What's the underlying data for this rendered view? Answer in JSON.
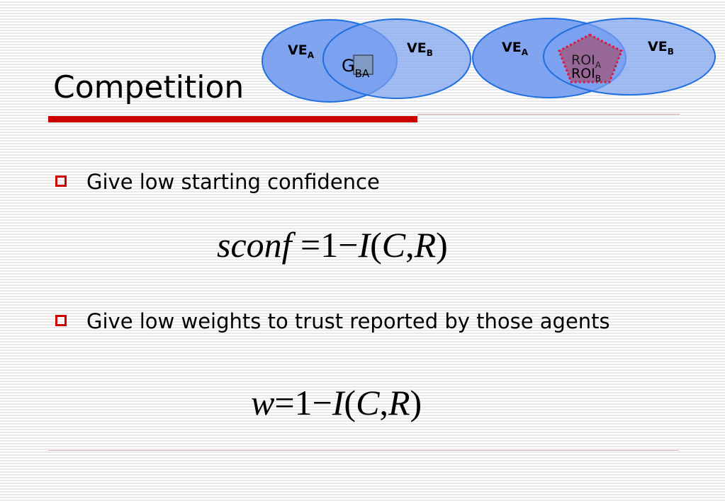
{
  "slide": {
    "title": "Competition"
  },
  "diagram_left": {
    "ve_a": {
      "main": "VE",
      "sub": "A"
    },
    "ve_b": {
      "main": "VE",
      "sub": "B"
    },
    "overlap": {
      "main": "G",
      "sub": "BA"
    }
  },
  "diagram_right": {
    "ve_a": {
      "main": "VE",
      "sub": "A"
    },
    "ve_b": {
      "main": "VE",
      "sub": "B"
    },
    "roi_a": {
      "main": "ROI",
      "sub": "A"
    },
    "roi_b": {
      "main": "ROI",
      "sub": "B"
    }
  },
  "bullets": [
    {
      "text": "Give low starting confidence"
    },
    {
      "text": "Give low weights to trust reported by those agents"
    }
  ],
  "formulas": {
    "sconf": {
      "lhs": "sconf",
      "eq": "=",
      "one": "1",
      "minus": "−",
      "fn": "I",
      "open": "(",
      "arg1": "C",
      "comma": ",",
      "arg2": "R",
      "close": ")"
    },
    "w": {
      "lhs": "w",
      "eq": "=",
      "one": "1",
      "minus": "−",
      "fn": "I",
      "open": "(",
      "arg1": "C",
      "comma": ",",
      "arg2": "R",
      "close": ")"
    }
  },
  "colors": {
    "accent_red": "#cc0000",
    "ellipse_fill": "#7a9ff0",
    "ellipse_stroke": "#1f6fe0",
    "overlap_box": "#7f9bc4",
    "pentagon_fill": "#a0557a",
    "pentagon_stroke": "#e0163c",
    "roi_a_text": "#2b8a3e"
  }
}
